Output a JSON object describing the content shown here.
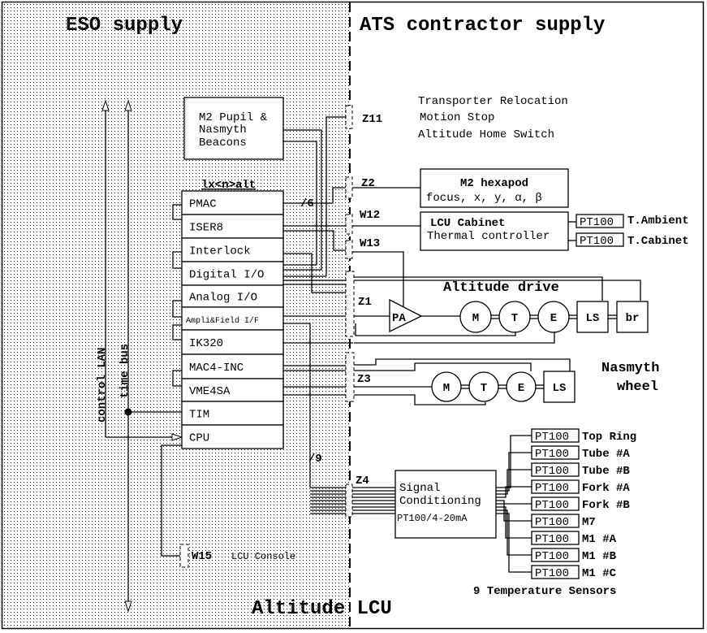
{
  "zones": {
    "left_title": "ESO supply",
    "right_title": "ATS contractor supply",
    "bottom_title": "Altitude LCU"
  },
  "buses": {
    "control_lan": "control LAN",
    "time_bus": "time bus"
  },
  "m2_beacons": {
    "lines": [
      "M2 Pupil &",
      "Nasmyth",
      "Beacons"
    ]
  },
  "lcu_rack": {
    "title": "lx<n>alt",
    "boards": [
      "PMAC",
      "ISER8",
      "Interlock",
      "Digital I/O",
      "Analog I/O",
      "Ampli&Field I/F",
      "IK320",
      "MAC4-INC",
      "VME4SA",
      "TIM",
      "CPU"
    ]
  },
  "bus_counts": {
    "pmac": "/6",
    "sensors": "/9"
  },
  "connectors": {
    "z11": "Z11",
    "z2": "Z2",
    "w12": "W12",
    "w13": "W13",
    "z1": "Z1",
    "z3": "Z3",
    "z4": "Z4",
    "w15": "W15"
  },
  "z11_signals": [
    "Transporter Relocation",
    "Motion Stop",
    "Altitude Home Switch"
  ],
  "hexapod": {
    "title": "M2 hexapod",
    "subtitle": "focus, x, y, α, β"
  },
  "cabinet": {
    "title": "LCU Cabinet",
    "subtitle": "Thermal controller",
    "sensors": [
      {
        "type": "PT100",
        "label": "T.Ambient"
      },
      {
        "type": "PT100",
        "label": "T.Cabinet"
      }
    ]
  },
  "altitude_drive": {
    "title": "Altitude drive",
    "amplifier": "PA",
    "chain": [
      "M",
      "T",
      "E"
    ],
    "boxes": [
      "LS",
      "br"
    ]
  },
  "nasmyth_wheel": {
    "title_line1": "Nasmyth",
    "title_line2": "wheel",
    "chain": [
      "M",
      "T",
      "E"
    ],
    "boxes": [
      "LS"
    ]
  },
  "signal_conditioning": {
    "lines": [
      "Signal",
      "Conditioning"
    ],
    "spec": "PT100/4-20mA"
  },
  "temperature_sensors": {
    "caption": "9 Temperature Sensors",
    "items": [
      {
        "type": "PT100",
        "label": "Top Ring"
      },
      {
        "type": "PT100",
        "label": "Tube #A"
      },
      {
        "type": "PT100",
        "label": "Tube #B"
      },
      {
        "type": "PT100",
        "label": "Fork #A"
      },
      {
        "type": "PT100",
        "label": "Fork #B"
      },
      {
        "type": "PT100",
        "label": "M7"
      },
      {
        "type": "PT100",
        "label": "M1 #A"
      },
      {
        "type": "PT100",
        "label": "M1 #B"
      },
      {
        "type": "PT100",
        "label": "M1 #C"
      }
    ]
  },
  "console": {
    "label": "LCU Console"
  }
}
